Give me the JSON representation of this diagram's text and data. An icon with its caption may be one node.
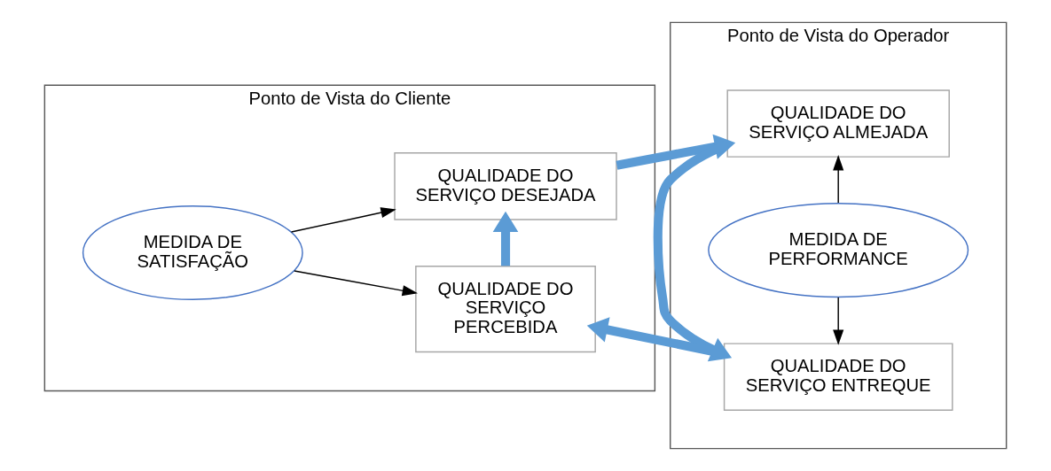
{
  "diagram": {
    "nodes": [
      {
        "text": [
          "Ponto de Vista do Cliente"
        ]
      },
      {
        "text": [
          "QUALIDADE DO SERVIÇO DESEJADA"
        ],
        "in": 0
      },
      {
        "text": [
          "MEDIDA DE SATISFAÇÃO"
        ],
        "in": 0
      },
      {
        "text": [
          "QUALIDADE DO SERVIÇO PERCEBIDA"
        ],
        "in": 0
      },
      {
        "text": [
          "Ponto de Vista do Operador"
        ]
      },
      {
        "text": [
          "QUALIDADE DO SERVIÇO ALMEJADA"
        ],
        "in": 4
      },
      {
        "text": [
          "MEDIDA DE PERFORMANCE"
        ],
        "in": 4
      },
      {
        "text": [
          "QUALIDADE DO SERVIÇO ENTREQUE"
        ],
        "in": 4
      }
    ],
    "edges": [
      {
        "from": 2,
        "to": 1,
        "arrow": "to"
      },
      {
        "from": 2,
        "to": 3,
        "arrow": "to"
      },
      {
        "from": 3,
        "to": 1,
        "arrow": "to",
        "style": "thick",
        "color": "#5b9bd5"
      },
      {
        "from": 1,
        "to": 5,
        "arrow": "to",
        "style": "thick",
        "color": "#5b9bd5"
      },
      {
        "from": 5,
        "to": 7,
        "arrow": "to",
        "style": "thick",
        "color": "#5b9bd5"
      },
      {
        "from": 7,
        "to": 3,
        "arrow": "to",
        "style": "thick",
        "color": "#5b9bd5"
      },
      {
        "from": 6,
        "to": 5,
        "arrow": "to"
      },
      {
        "from": 6,
        "to": 7,
        "arrow": "to"
      }
    ]
  }
}
